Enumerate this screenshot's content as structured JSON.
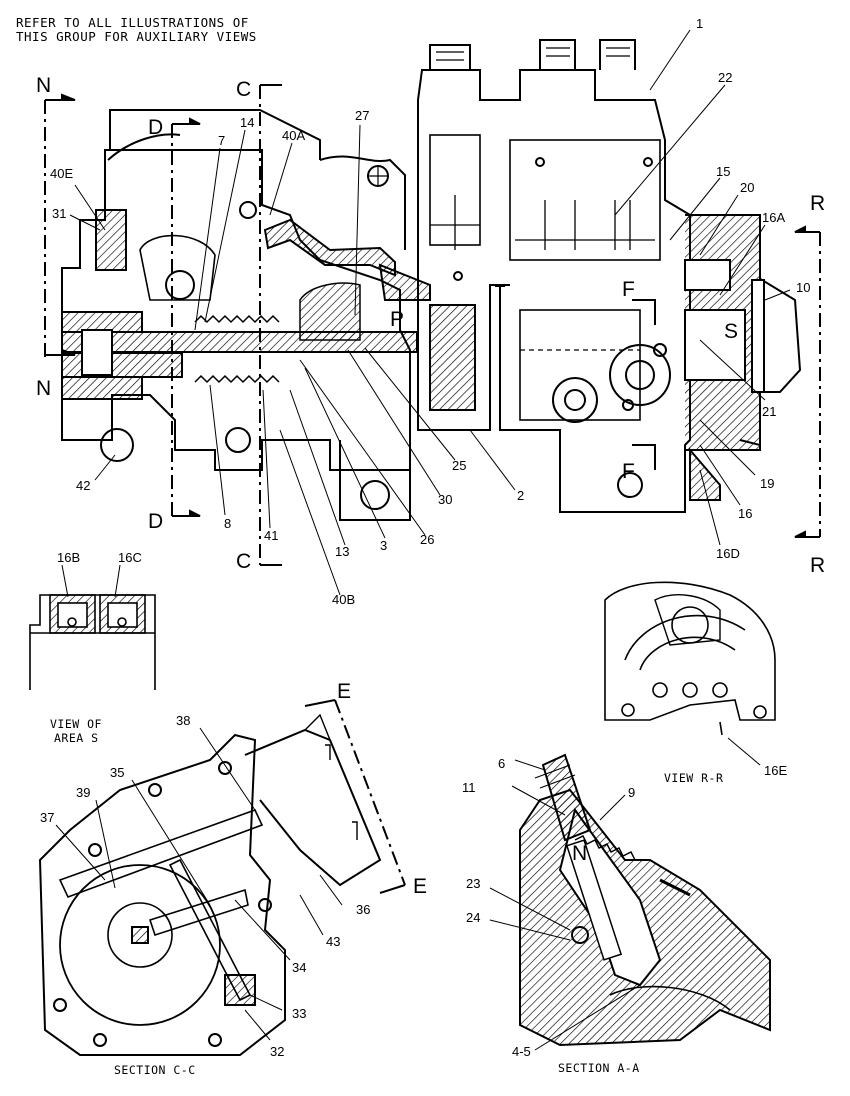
{
  "header_note": [
    "REFER TO ALL ILLUSTRATIONS OF",
    "THIS GROUP FOR AUXILIARY VIEWS"
  ],
  "callouts": [
    "1",
    "22",
    "15",
    "20",
    "16A",
    "10",
    "21",
    "19",
    "16",
    "16D",
    "7",
    "14",
    "40A",
    "27",
    "40E",
    "31",
    "42",
    "8",
    "41",
    "13",
    "3",
    "26",
    "30",
    "25",
    "2",
    "40B",
    "16B",
    "16C",
    "16E",
    "38",
    "35",
    "39",
    "37",
    "34",
    "43",
    "36",
    "33",
    "32",
    "6",
    "11",
    "9",
    "23",
    "24",
    "4-5"
  ],
  "section_letters": [
    "N",
    "N",
    "C",
    "C",
    "D",
    "D",
    "R",
    "R",
    "F",
    "F",
    "P",
    "S",
    "E",
    "E",
    "N"
  ],
  "captions": {
    "view_area_s": [
      "VIEW OF",
      "AREA S"
    ],
    "view_r_r": "VIEW R-R",
    "section_c_c": "SECTION C-C",
    "section_a_a": "SECTION A-A"
  }
}
